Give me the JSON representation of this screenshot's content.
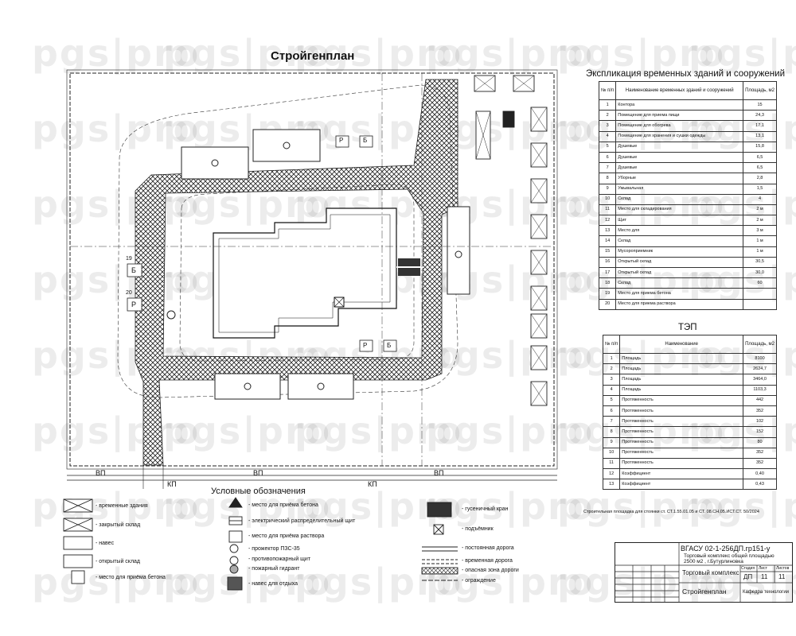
{
  "plan_title": "Стройгенплан",
  "watermark": {
    "brand": "pgs",
    "suffix": "pro"
  },
  "explication": {
    "title": "Экспликация временных зданий и сооружений",
    "headers": [
      "№ п/п",
      "Наименование временных зданий и сооружений",
      "Площадь, м2"
    ],
    "rows": [
      [
        "1",
        "Контора",
        "15"
      ],
      [
        "2",
        "Помещение для приема пищи",
        "24,3"
      ],
      [
        "3",
        "Помещение для обогрева",
        "17,1"
      ],
      [
        "4",
        "Помещение для хранения и сушки одежды",
        "13,1"
      ],
      [
        "5",
        "Душевые",
        "15,8"
      ],
      [
        "6",
        "Душевые",
        "6,5"
      ],
      [
        "7",
        "Душевые",
        "6,5"
      ],
      [
        "8",
        "Уборные",
        "2,8"
      ],
      [
        "9",
        "Умывальная",
        "1,5"
      ],
      [
        "10",
        "Склад",
        "4"
      ],
      [
        "11",
        "Место для складирования",
        "2 м"
      ],
      [
        "12",
        "Щит",
        "2 м"
      ],
      [
        "13",
        "Место для",
        "3 м"
      ],
      [
        "14",
        "Склад",
        "1 м"
      ],
      [
        "15",
        "Мусороприемник",
        "1 м"
      ],
      [
        "16",
        "Открытый склад",
        "30,5"
      ],
      [
        "17",
        "Открытый склад",
        "30,0"
      ],
      [
        "18",
        "Склад",
        "60"
      ],
      [
        "19",
        "Место для приема бетона",
        ""
      ],
      [
        "20",
        "Место для приема раствора",
        ""
      ]
    ]
  },
  "tep": {
    "title": "ТЭП",
    "headers": [
      "№ п/п",
      "Наименование",
      "Площадь, м2"
    ],
    "rows": [
      [
        "1",
        "Площадь",
        "8100"
      ],
      [
        "2",
        "Площадь",
        "2624,7"
      ],
      [
        "3",
        "Площадь",
        "3464,0"
      ],
      [
        "4",
        "Площадь",
        "1103,3"
      ],
      [
        "5",
        "Протяженность",
        "442"
      ],
      [
        "6",
        "Протяженность",
        "352"
      ],
      [
        "7",
        "Протяженность",
        "102"
      ],
      [
        "8",
        "Протяженность",
        "152"
      ],
      [
        "9",
        "Протяженность",
        "80"
      ],
      [
        "10",
        "Протяженность",
        "352"
      ],
      [
        "11",
        "Протяженность",
        "352"
      ],
      [
        "12",
        "Коэффициент",
        "0,40"
      ],
      [
        "13",
        "Коэффициент",
        "0,43"
      ]
    ]
  },
  "legend": {
    "title": "Условные обозначения",
    "items": [
      "- временные здания",
      "- закрытый склад",
      "- навес",
      "- открытый склад",
      "- место для приёма бетона",
      "- место для приёма бетона",
      "- электрический распределительный щит",
      "- место для приёма раствора",
      "- прожектор ПЗС-35",
      "- противопожарный щит",
      "- пожарный гидрант",
      "- навес для отдыха",
      "- гусеничный кран",
      "- подъёмник",
      "- постоянная дорога",
      "- временная дорога",
      "- опасная зона дороги",
      "- ограждение"
    ]
  },
  "plan_labels": {
    "vp": "ВП",
    "kp": "КП",
    "label_19": "19",
    "label_20": "20",
    "label_b": "Б",
    "label_r": "Р"
  },
  "note": "Строительная площадка для стоянки ст. СТ.1.55.01.05 и СТ. 08.СН.05.ИСТ.СТ. 50/2024",
  "stamp": {
    "code": "ВГАСУ 02-1-256ДП.гр151-у",
    "subject": "Торговый комплекс общей площадью",
    "subject2": "2500 м2 , г.Бутурлиновка",
    "building": "Торговый комплекс",
    "sheet_name": "Стройгенплан",
    "stage": "ДП",
    "sheet": "11",
    "sheets": "11",
    "org": "Кафедра технологии",
    "head_stage": "Стадия",
    "head_sheet": "Лист",
    "head_sheets": "Листов"
  }
}
